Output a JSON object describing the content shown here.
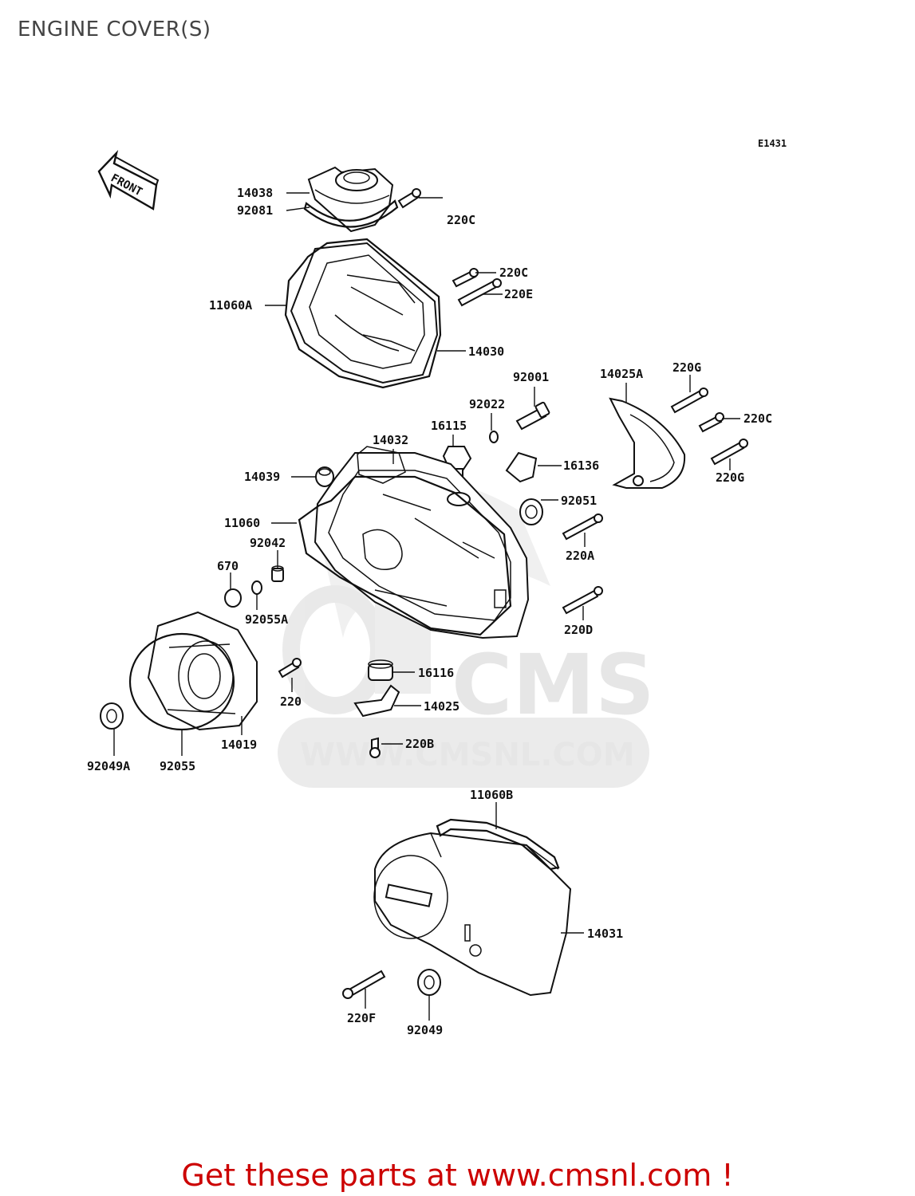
{
  "page": {
    "title": "ENGINE COVER(S)",
    "ref_code": "E1431",
    "front_label": "FRONT",
    "promo_text": "Get these parts at www.cmsnl.com !"
  },
  "watermark": {
    "logo_text": "CMS",
    "url_text": "WWW.CMSNL.COM"
  },
  "parts": [
    {
      "id": "14038"
    },
    {
      "id": "92081"
    },
    {
      "id": "220C"
    },
    {
      "id": "11060A"
    },
    {
      "id": "220C"
    },
    {
      "id": "220E"
    },
    {
      "id": "14030"
    },
    {
      "id": "92001"
    },
    {
      "id": "14025A"
    },
    {
      "id": "220G"
    },
    {
      "id": "92022"
    },
    {
      "id": "16115"
    },
    {
      "id": "14032"
    },
    {
      "id": "220C"
    },
    {
      "id": "14039"
    },
    {
      "id": "16136"
    },
    {
      "id": "220G"
    },
    {
      "id": "92051"
    },
    {
      "id": "11060"
    },
    {
      "id": "92042"
    },
    {
      "id": "220A"
    },
    {
      "id": "670"
    },
    {
      "id": "92055A"
    },
    {
      "id": "220D"
    },
    {
      "id": "16116"
    },
    {
      "id": "220"
    },
    {
      "id": "14025"
    },
    {
      "id": "220B"
    },
    {
      "id": "14019"
    },
    {
      "id": "92049A"
    },
    {
      "id": "92055"
    },
    {
      "id": "11060B"
    },
    {
      "id": "14031"
    },
    {
      "id": "220F"
    },
    {
      "id": "92049"
    }
  ]
}
